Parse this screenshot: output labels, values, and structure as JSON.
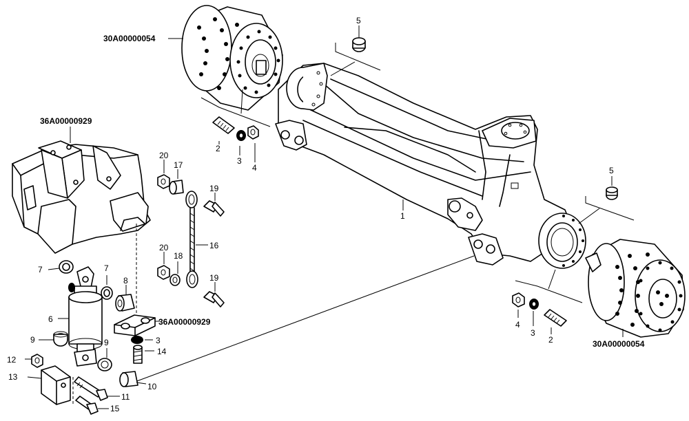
{
  "references": {
    "hub_left": "30A00000054",
    "hub_right": "30A00000054",
    "frame_bracket": "36A00000929",
    "clamp_bracket": "36A00000929"
  },
  "callouts": {
    "c1": "1",
    "c2a": "2",
    "c3a": "3",
    "c4a": "4",
    "c5a": "5",
    "c2b": "2",
    "c3b": "3",
    "c4b": "4",
    "c5b": "5",
    "c6": "6",
    "c7a": "7",
    "c7b": "7",
    "c8": "8",
    "c9a": "9",
    "c9b": "9",
    "c3c": "3",
    "c10": "10",
    "c11": "11",
    "c12": "12",
    "c13": "13",
    "c14": "14",
    "c15": "15",
    "c16": "16",
    "c17": "17",
    "c18": "18",
    "c19a": "19",
    "c19b": "19",
    "c20a": "20",
    "c20b": "20"
  }
}
